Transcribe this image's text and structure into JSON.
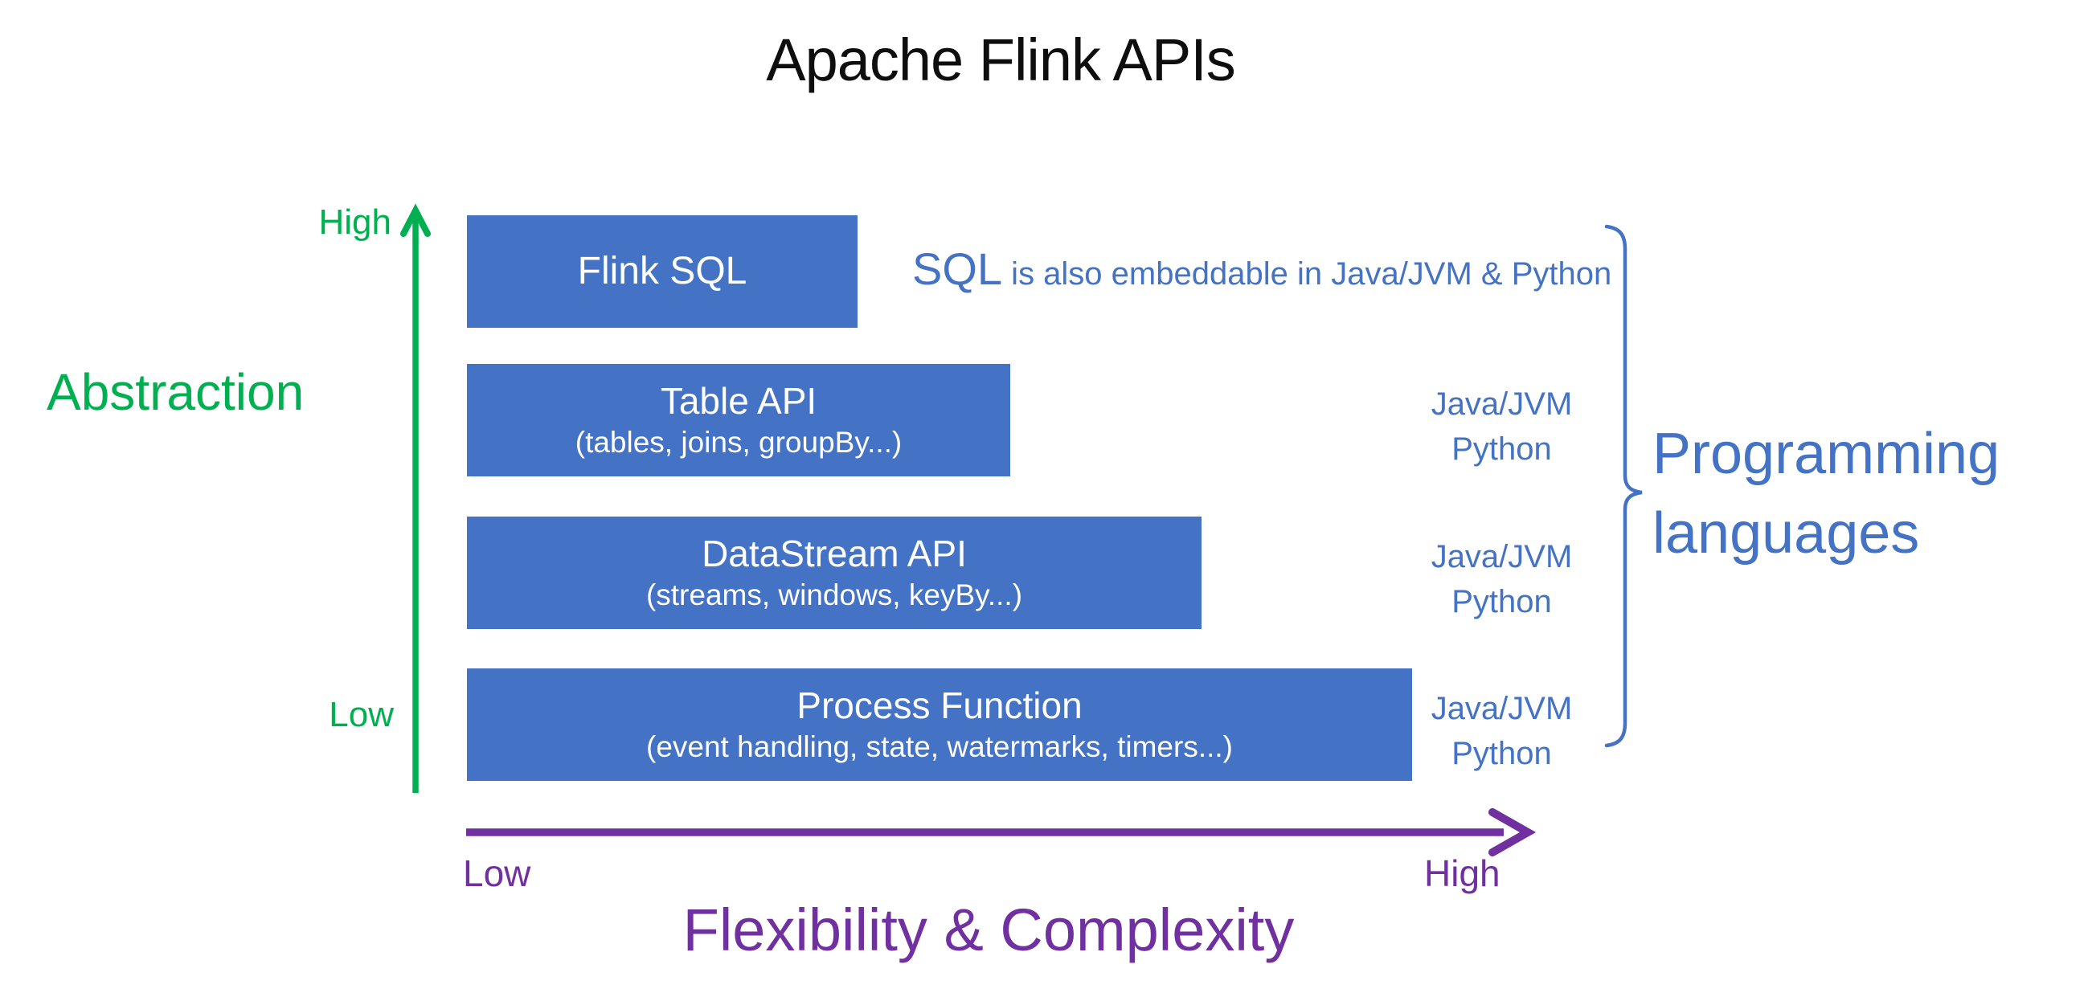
{
  "title": "Apache Flink APIs",
  "colors": {
    "bar_blue": "#4472C4",
    "annotation_blue": "#4472C4",
    "abstraction_green": "#00B050",
    "flexibility_purple": "#7030A0",
    "bar_text": "#FFFFFF",
    "title_black": "#0E0E0E"
  },
  "abstraction_axis": {
    "axis_label": "Abstraction",
    "high_label": "High",
    "low_label": "Low"
  },
  "flexibility_axis": {
    "axis_label": "Flexibility & Complexity",
    "low_label": "Low",
    "high_label": "High"
  },
  "layers": [
    {
      "title": "Flink SQL",
      "subtitle": "",
      "lang_line1": "",
      "lang_line2": ""
    },
    {
      "title": "Table API",
      "subtitle": "(tables, joins, groupBy...)",
      "lang_line1": "Java/JVM",
      "lang_line2": "Python"
    },
    {
      "title": "DataStream API",
      "subtitle": "(streams, windows, keyBy...)",
      "lang_line1": "Java/JVM",
      "lang_line2": "Python"
    },
    {
      "title": "Process Function",
      "subtitle": "(event handling, state, watermarks, timers...)",
      "lang_line1": "Java/JVM",
      "lang_line2": "Python"
    }
  ],
  "sql_note": {
    "lead": "SQL",
    "rest": " is also embeddable in Java/JVM & Python"
  },
  "bracket_label": "Programming languages"
}
